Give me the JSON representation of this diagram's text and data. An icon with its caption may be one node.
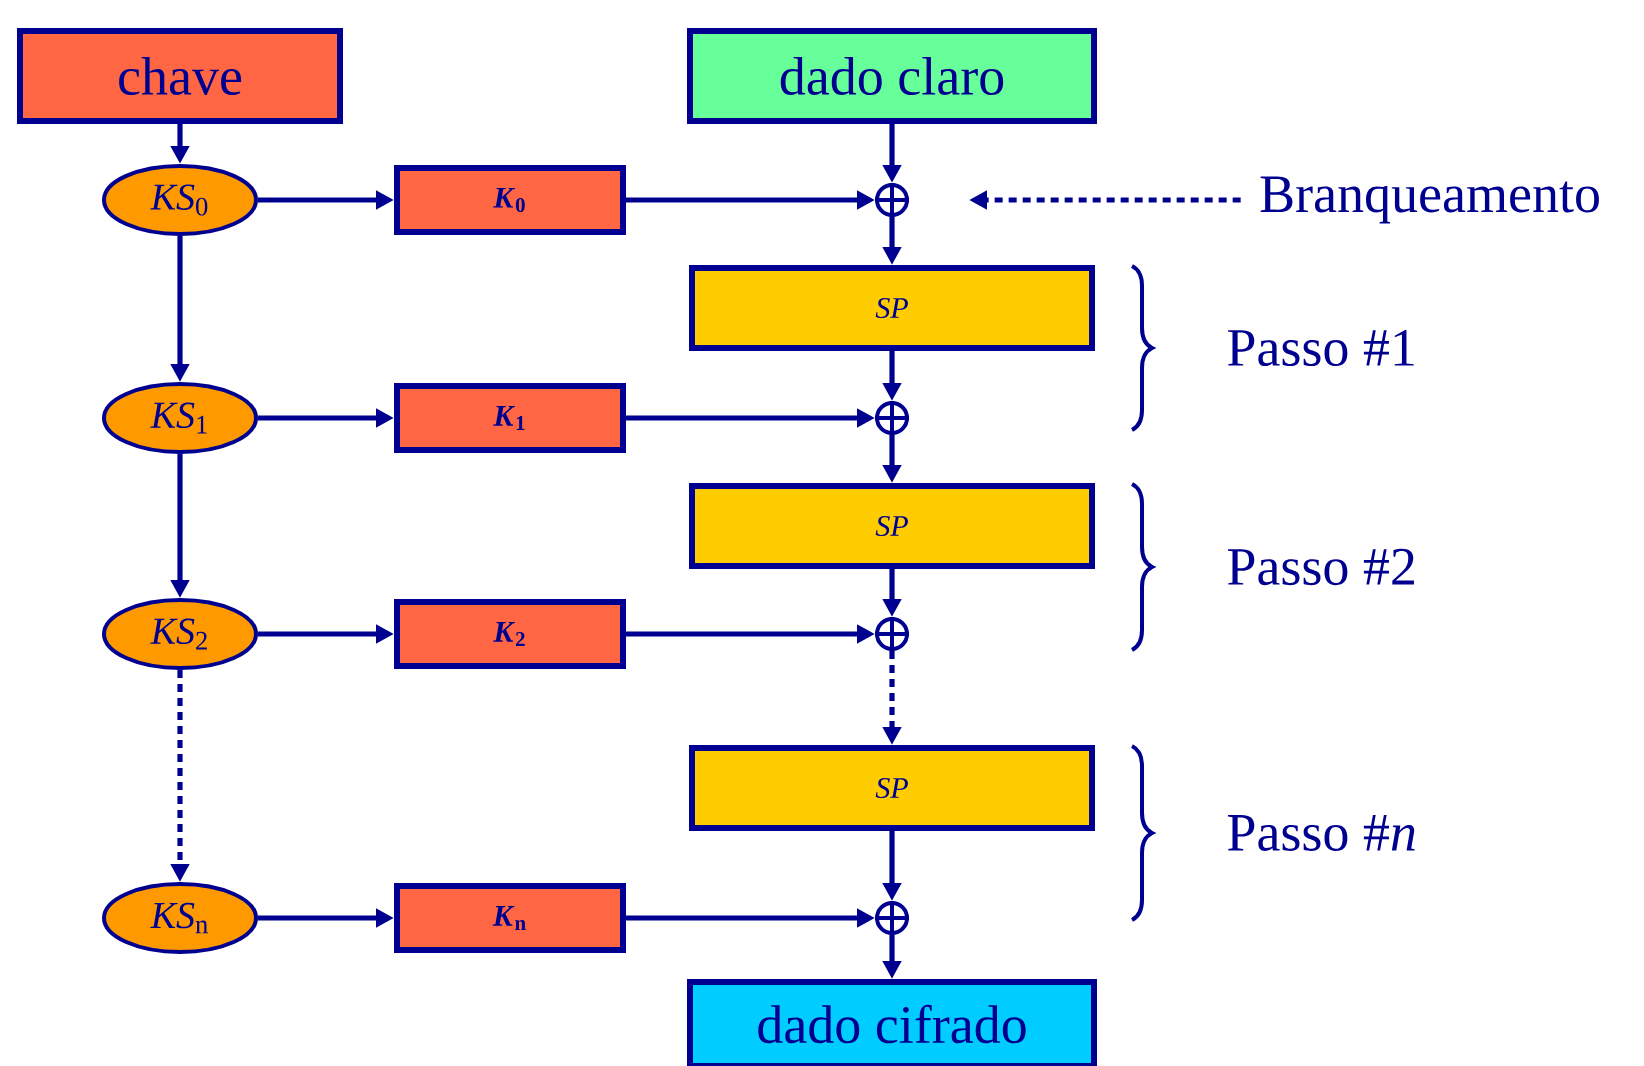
{
  "diagram": {
    "nodes": [
      {
        "text": [
          "chave"
        ]
      },
      {
        "text": [
          "dado claro"
        ]
      },
      {
        "text": [
          "*KS*$_{0}$"
        ]
      },
      {
        "text": [
          "*K*$_{0}$"
        ]
      },
      {
        "text": [],
        "shape": "circle"
      },
      {
        "text": [
          "SP"
        ]
      },
      {
        "text": [
          "*KS*$_{1}$"
        ]
      },
      {
        "text": [
          "*K*$_{1}$"
        ]
      },
      {
        "text": [],
        "shape": "circle"
      },
      {
        "text": [
          "SP"
        ]
      },
      {
        "text": [
          "*KS*$_{2}$"
        ]
      },
      {
        "text": [
          "*K*$_{2}$"
        ]
      },
      {
        "text": [],
        "shape": "circle"
      },
      {
        "text": [
          "SP"
        ]
      },
      {
        "text": [
          "*KS*$_{n}$"
        ]
      },
      {
        "text": [
          "*K*$_{n}$"
        ]
      },
      {
        "text": [],
        "shape": "circle"
      },
      {
        "text": [
          "dado cifrado"
        ]
      },
      {
        "text": [
          "Branqueamento"
        ]
      }
    ],
    "edges": [
      {
        "from": 0,
        "to": 2,
        "arrow": "to"
      },
      {
        "from": 2,
        "to": 3,
        "arrow": "to"
      },
      {
        "from": 3,
        "to": 4,
        "arrow": "to"
      },
      {
        "from": 1,
        "to": 4,
        "arrow": "to"
      },
      {
        "from": 4,
        "to": 5,
        "arrow": "to"
      },
      {
        "from": 2,
        "to": 6,
        "arrow": "to"
      },
      {
        "from": 6,
        "to": 7,
        "arrow": "to"
      },
      {
        "from": 7,
        "to": 8,
        "arrow": "to"
      },
      {
        "from": 5,
        "to": 8,
        "arrow": "to"
      },
      {
        "from": 8,
        "to": 9,
        "arrow": "to"
      },
      {
        "from": 6,
        "to": 10,
        "arrow": "to"
      },
      {
        "from": 10,
        "to": 11,
        "arrow": "to"
      },
      {
        "from": 11,
        "to": 12,
        "arrow": "to"
      },
      {
        "from": 9,
        "to": 12,
        "arrow": "to"
      },
      {
        "from": 12,
        "to": 13,
        "arrow": "to",
        "style": "dashed"
      },
      {
        "from": 10,
        "to": 14,
        "arrow": "to",
        "style": "dashed"
      },
      {
        "from": 13,
        "to": 16,
        "arrow": "to"
      },
      {
        "from": 14,
        "to": 15,
        "arrow": "to"
      },
      {
        "from": 15,
        "to": 16,
        "arrow": "to"
      },
      {
        "from": 16,
        "to": 17,
        "arrow": "to"
      },
      {
        "from": 18,
        "to": 4,
        "arrow": "to",
        "style": "dashed"
      }
    ],
    "labels": [
      "Passo #1",
      "Passo #2",
      "Passo #*n*"
    ]
  }
}
